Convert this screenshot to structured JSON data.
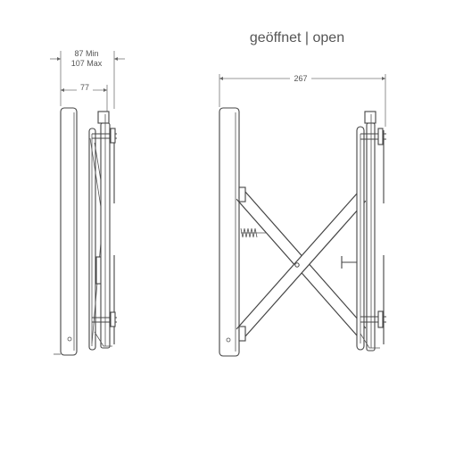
{
  "title": "geöffnet | open",
  "dimensions": {
    "depth_min": "87 Min",
    "depth_max": "107 Max",
    "depth_closed": "77",
    "depth_open": "267"
  }
}
